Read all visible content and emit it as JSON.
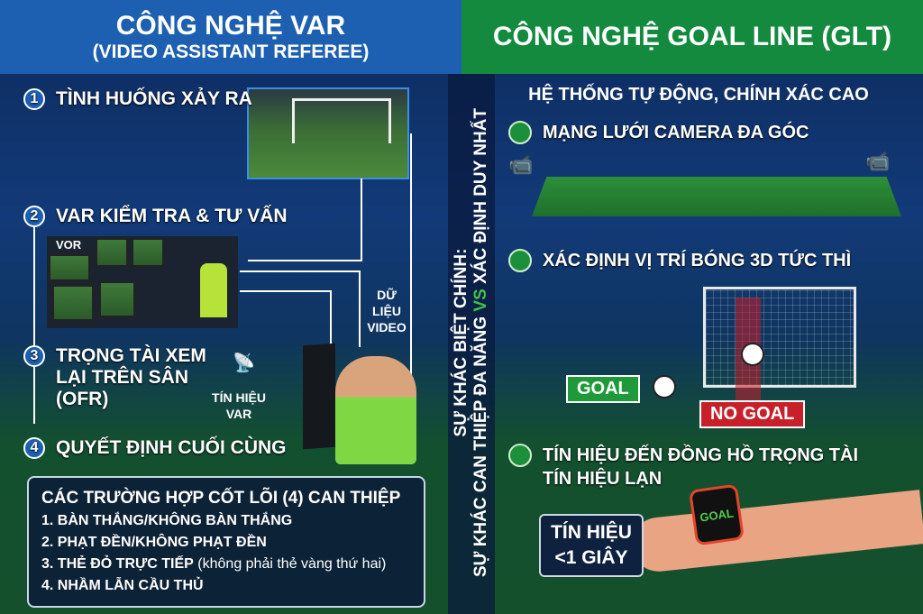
{
  "var": {
    "title": "CÔNG NGHỆ VAR",
    "subtitle": "(VIDEO ASSISTANT REFEREE)",
    "steps": [
      {
        "num": "1",
        "label": "TÌNH HUỐNG XẢY RA"
      },
      {
        "num": "2",
        "label": "VAR KIỂM TRA & TƯ VẤN"
      },
      {
        "num": "3",
        "label": "TRỌNG TÀI XEM LẠI TRÊN SÂN (OFR)"
      },
      {
        "num": "4",
        "label": "QUYẾT ĐỊNH CUỐI CÙNG"
      }
    ],
    "vor_label": "VOR",
    "video_data_label": "DỮ LIỆU VIDEO",
    "var_signal_label": "TÍN HIỆU VAR",
    "cases": {
      "title": "CÁC TRƯỜNG HỢP CỐT LÕI (4) CAN THIỆP",
      "items": [
        {
          "main": "1. BÀN THẮNG/KHÔNG BÀN THẮNG",
          "note": ""
        },
        {
          "main": "2. PHẠT ĐỀN/KHÔNG PHẠT ĐỀN",
          "note": ""
        },
        {
          "main": "3. THẺ ĐỎ TRỰC TIẾP",
          "note": " (không phải thẻ vàng thứ hai)"
        },
        {
          "main": "4. NHẦM LẪN CẦU THỦ",
          "note": ""
        }
      ]
    }
  },
  "divider": {
    "line1": "SỰ KHÁC BIỆT CHÍNH:",
    "line2_a": "SỰ KHÁC CAN THIỆP ĐA NĂNG ",
    "vs": "VS",
    "line2_b": " XÁC ĐỊNH DUY NHẤT"
  },
  "glt": {
    "title": "CÔNG NGHỆ GOAL LINE (GLT)",
    "subtitle": "HỆ THỐNG TỰ ĐỘNG, CHÍNH XÁC CAO",
    "features": [
      {
        "label": "MẠNG LƯỚI CAMERA ĐA GÓC"
      },
      {
        "label": "XÁC ĐỊNH VỊ TRÍ BÓNG 3D TỨC THÌ"
      },
      {
        "label": "TÍN HIỆU ĐẾN ĐỒNG HỒ TRỌNG TÀI",
        "label2": "TÍN HIỆU LẠN"
      }
    ],
    "goal_badge": "GOAL",
    "no_goal_badge": "NO GOAL",
    "watch_text": "GOAL",
    "callout_line1": "TÍN HIỆU",
    "callout_line2": "<1 GIÂY"
  },
  "colors": {
    "var_blue": "#1d5fb0",
    "glt_green": "#138a3e",
    "no_goal_red": "#c8202a",
    "goal_green": "#1f9a3a"
  }
}
